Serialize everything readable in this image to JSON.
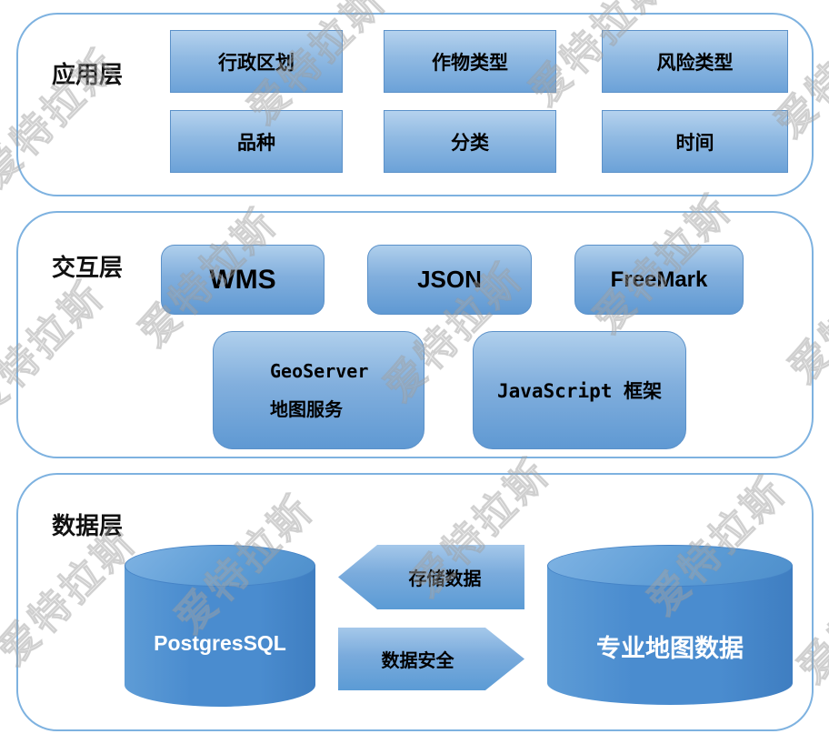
{
  "watermark": {
    "text": "爱特拉斯"
  },
  "app_layer": {
    "title": "应用层",
    "boxes": [
      "行政区划",
      "作物类型",
      "风险类型",
      "品种",
      "分类",
      "时间"
    ]
  },
  "interaction_layer": {
    "title": "交互层",
    "protocols": [
      "WMS",
      "JSON",
      "FreeMark"
    ],
    "geoserver_line1": "GeoServer",
    "geoserver_line2": "地图服务",
    "js_framework": "JavaScript 框架"
  },
  "data_layer": {
    "title": "数据层",
    "left_database": "PostgresSQL",
    "right_database": "专业地图数据",
    "arrow_store": "存储数据",
    "arrow_security": "数据安全"
  },
  "colors": {
    "container_border": "#7EB2E0",
    "box_gradient_top": "#B5D2EE",
    "box_gradient_bottom": "#6CA2D8",
    "box_border": "#5B91C9",
    "cylinder_fill": "#4A8CCF",
    "label_dark": "#000000",
    "label_light": "#FFFFFF"
  }
}
